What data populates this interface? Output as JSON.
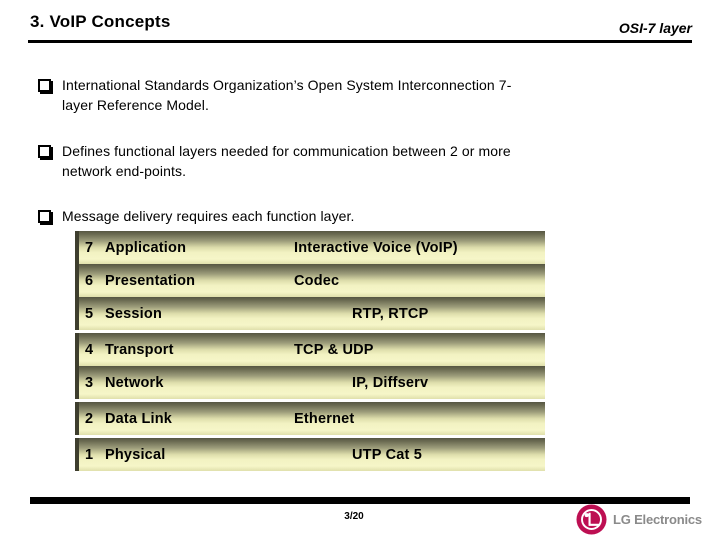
{
  "header": {
    "title": "3. VoIP Concepts",
    "subtitle": "OSI-7 layer"
  },
  "bullets": [
    {
      "lines": [
        "International Standards Organization’s Open System Interconnection 7-",
        "layer Reference Model."
      ]
    },
    {
      "lines": [
        "Defines functional layers needed for communication between 2 or more",
        "network end-points."
      ]
    },
    {
      "lines": [
        "Message delivery requires each function layer."
      ]
    }
  ],
  "osi_table": {
    "groups": [
      {
        "rows": [
          {
            "num": "7",
            "label": "Application",
            "value": "Interactive Voice (VoIP)"
          },
          {
            "num": "6",
            "label": "Presentation",
            "value": "Codec"
          },
          {
            "num": "5",
            "label": "Session",
            "value": "RTP, RTCP"
          }
        ]
      },
      {
        "rows": [
          {
            "num": "4",
            "label": "Transport",
            "value": "TCP & UDP"
          },
          {
            "num": "3",
            "label": "Network",
            "value": "IP, Diffserv"
          }
        ]
      },
      {
        "rows": [
          {
            "num": "2",
            "label": "Data Link",
            "value": "Ethernet"
          }
        ]
      },
      {
        "rows": [
          {
            "num": "1",
            "label": "Physical",
            "value": "UTP Cat 5"
          }
        ]
      }
    ]
  },
  "footer": {
    "page_number": "3/20",
    "brand": "LG Electronics"
  },
  "colors": {
    "bar_gradient_dark": "#565642",
    "bar_gradient_light": "#f6f6c8",
    "bar_edge": "#3e3e2e",
    "accent_lg_crimson": "#bd0f52",
    "brand_gray": "#8a8a8a",
    "rule_black": "#000000"
  }
}
